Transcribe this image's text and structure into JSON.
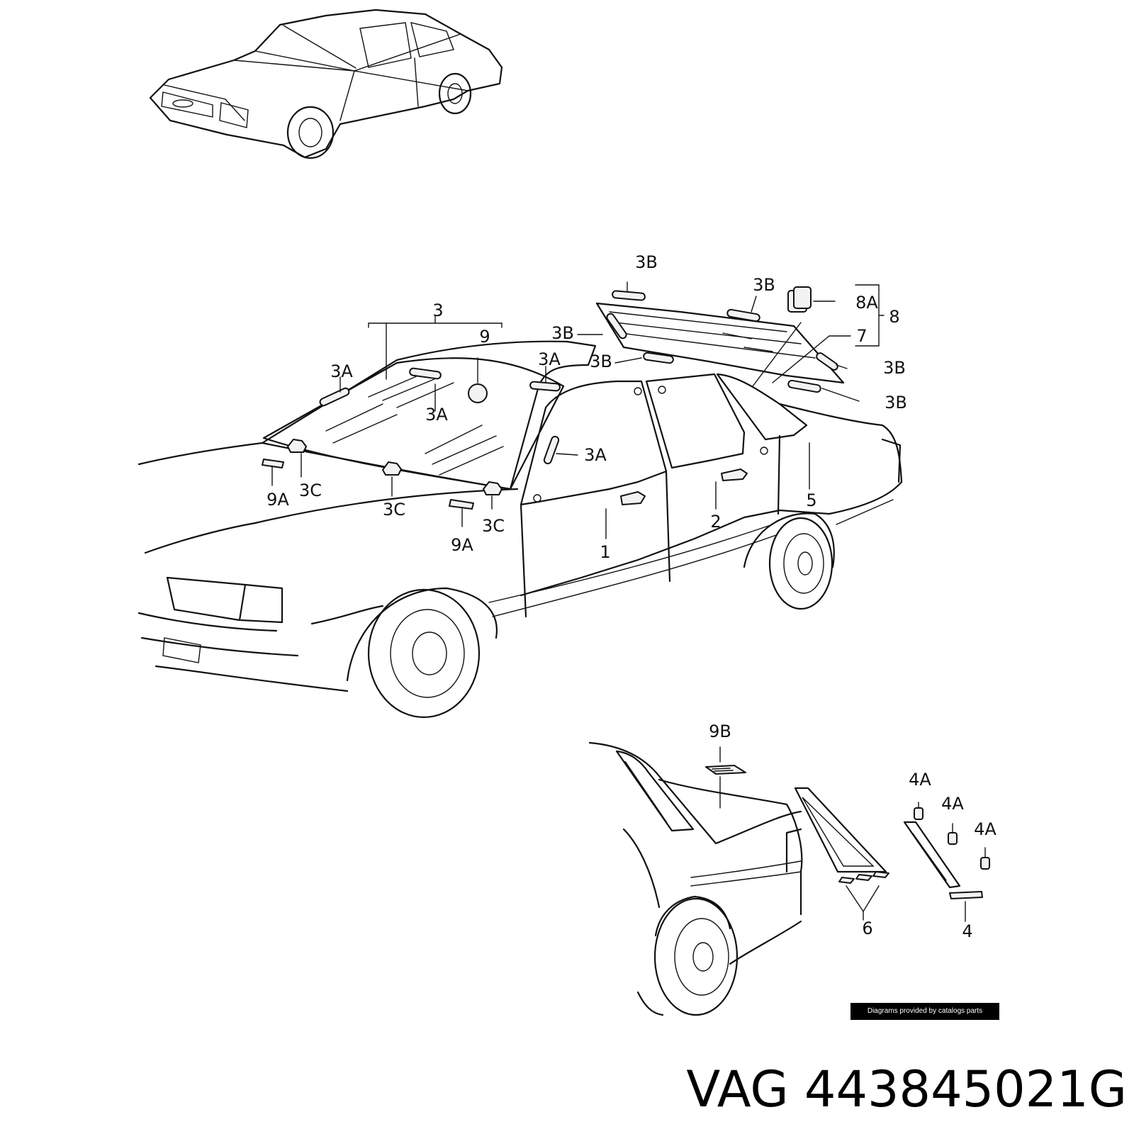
{
  "diagram": {
    "callouts": {
      "c_3": "3",
      "c_3a_1": "3A",
      "c_3a_2": "3A",
      "c_3a_3": "3A",
      "c_3a_4": "3A",
      "c_3b_1": "3B",
      "c_3b_2": "3B",
      "c_3b_3": "3B",
      "c_3b_4": "3B",
      "c_3b_5": "3B",
      "c_3b_6": "3B",
      "c_3c_1": "3C",
      "c_3c_2": "3C",
      "c_3c_3": "3C",
      "c_9": "9",
      "c_9a_1": "9A",
      "c_9a_2": "9A",
      "c_8a": "8A",
      "c_8": "8",
      "c_7": "7",
      "c_1": "1",
      "c_2": "2",
      "c_5": "5",
      "c_9b": "9B",
      "c_4a_1": "4A",
      "c_4a_2": "4A",
      "c_4a_3": "4A",
      "c_6": "6",
      "c_4": "4"
    }
  },
  "credit": "Diagrams provided by catalogs parts",
  "footer": {
    "brand": "VAG",
    "part_number": "443845021G"
  }
}
